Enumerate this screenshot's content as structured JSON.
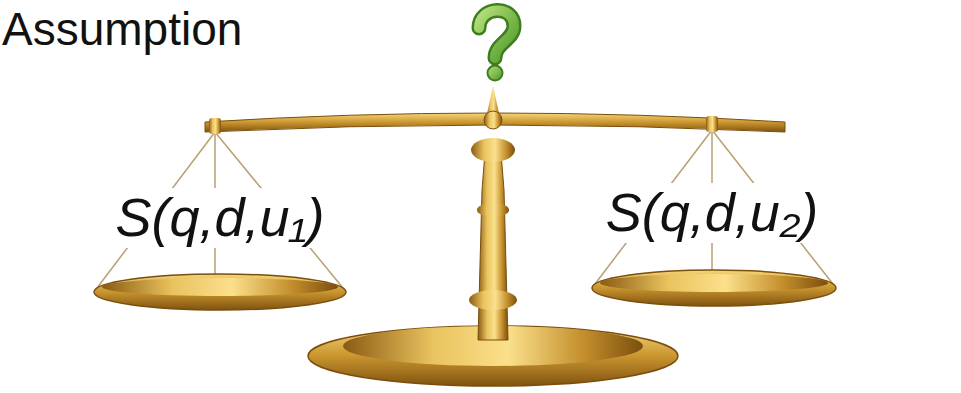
{
  "diagram": {
    "title": "Assumption",
    "labels": [
      "S(q,d,u₁)",
      "S(q,d,u₂)"
    ]
  }
}
